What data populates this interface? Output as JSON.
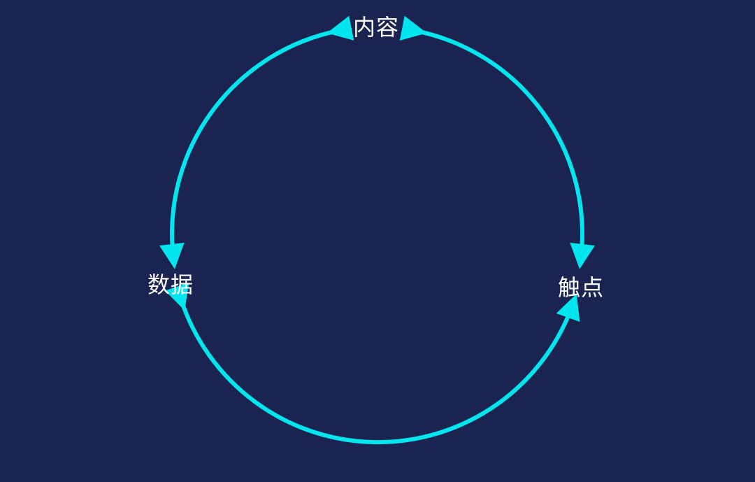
{
  "diagram": {
    "nodes": {
      "top": {
        "label": "内容"
      },
      "left": {
        "label": "数据"
      },
      "right": {
        "label": "触点"
      }
    },
    "edges": [
      {
        "from": "top",
        "to": "left",
        "direction": "bidirectional"
      },
      {
        "from": "top",
        "to": "right",
        "direction": "bidirectional"
      },
      {
        "from": "left",
        "to": "right",
        "direction": "bidirectional"
      }
    ],
    "colors": {
      "background": "#1b2450",
      "arrow": "#00e5ee",
      "text": "#ffffff"
    }
  }
}
